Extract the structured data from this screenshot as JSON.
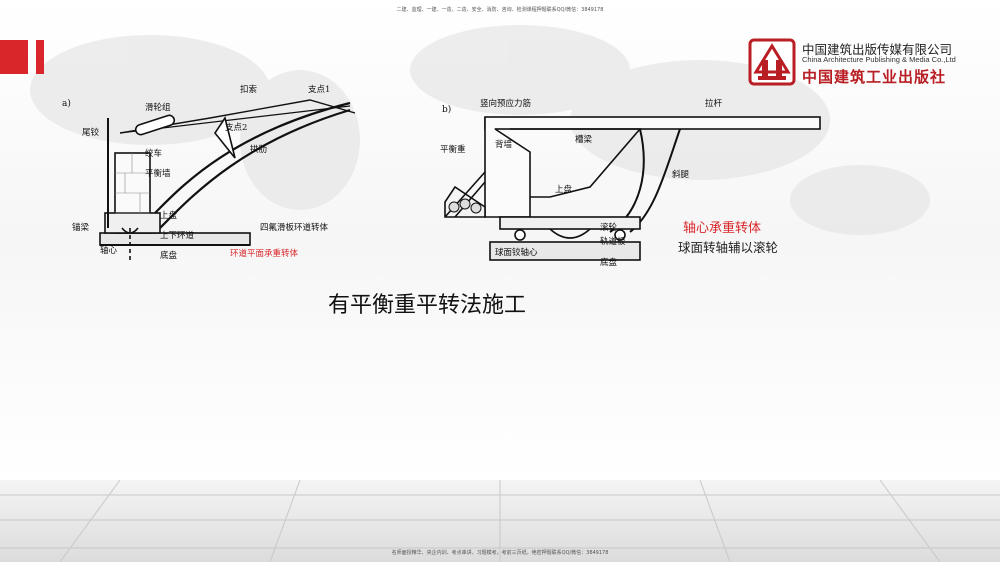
{
  "header": {
    "note": "二建、监理、一建、一造、二造、安全、消防、咨询、检测课程押题联系QQ/微信：3849178"
  },
  "logo": {
    "name_cn": "中国建筑出版传媒有限公司",
    "name_en": "China Architecture Publishing & Media Co.,Ltd",
    "name_cn2": "中国建筑工业出版社"
  },
  "figure_a": {
    "tag": "a)",
    "labels": {
      "pulley": "滑轮组",
      "cable": "扣索",
      "support1": "支点1",
      "support2": "支点2",
      "tail_hinge": "尾铰",
      "winch": "绞车",
      "counter_wall": "平衡墙",
      "arch_rib": "拱肋",
      "anchor_beam": "锚梁",
      "upper_plate": "上盘",
      "ring_track": "上下环道",
      "axle": "轴心",
      "base_plate": "底盘",
      "note_black": "四氟滑板环道转体",
      "note_red": "环道平面承重转体"
    }
  },
  "figure_b": {
    "tag": "b)",
    "labels": {
      "vertical_bar": "竖向预应力筋",
      "tie_rod": "拉杆",
      "counterweight": "平衡重",
      "trough_beam": "槽梁",
      "back_wall": "背墙",
      "upper_plate": "上盘",
      "diagonal_leg": "斜腿",
      "roller": "滚轮",
      "track_plate": "轨道板",
      "ball_hinge": "球面铰轴心",
      "base_plate": "底盘"
    },
    "note_red": "轴心承重转体",
    "note_black": "球面转轴辅以滚轮"
  },
  "main_title": "有平衡重平转法施工",
  "footer": {
    "note": "名师面授精华、央企内训、考点串讲、习题模考，考前三页纸，绝密押题联系QQ/微信：3849178"
  },
  "colors": {
    "accent_red": "#d9262a",
    "logo_red": "#b81e23",
    "text": "#111111"
  }
}
